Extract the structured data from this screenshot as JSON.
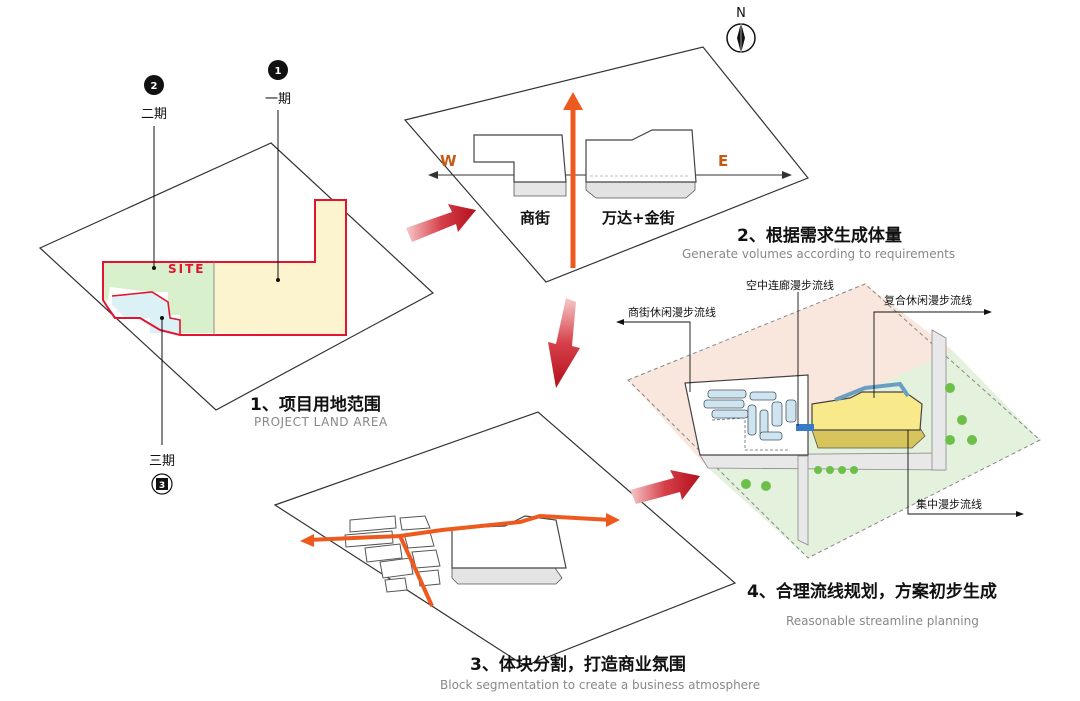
{
  "compass": {
    "north": "N"
  },
  "panel1": {
    "phase2_num": "2",
    "phase2_label": "二期",
    "phase1_num": "1",
    "phase1_label": "一期",
    "phase3_num": "3",
    "phase3_label": "三期",
    "site_label": "SITE",
    "title_cn": "1、项目用地范围",
    "title_en": "PROJECT  LAND AREA"
  },
  "panel2": {
    "west": "W",
    "east": "E",
    "block_left": "商街",
    "block_right": "万达+金街",
    "title_cn": "2、根据需求生成体量",
    "title_en": "Generate volumes according to requirements"
  },
  "panel3": {
    "title_cn": "3、体块分割，打造商业氛围",
    "title_en": "Block segmentation  to create a business atmosphere"
  },
  "panel4": {
    "label_sky": "空中连廊漫步流线",
    "label_street": "商街休闲漫步流线",
    "label_complex": "复合休闲漫步流线",
    "label_central": "集中漫步流线",
    "title_cn": "4、合理流线规划，方案初步生成",
    "title_en": "Reasonable streamline planning"
  },
  "colors": {
    "site_red": "#e2142f",
    "arrow_red": "#c0151f",
    "orange": "#ee5a1e",
    "green_zone": "#d8f0cc",
    "yellow_zone": "#fbf4cf",
    "pink_zone": "#f9e6dc",
    "lawn": "#e4f1dc",
    "building_yellow": "#f8e98a"
  }
}
